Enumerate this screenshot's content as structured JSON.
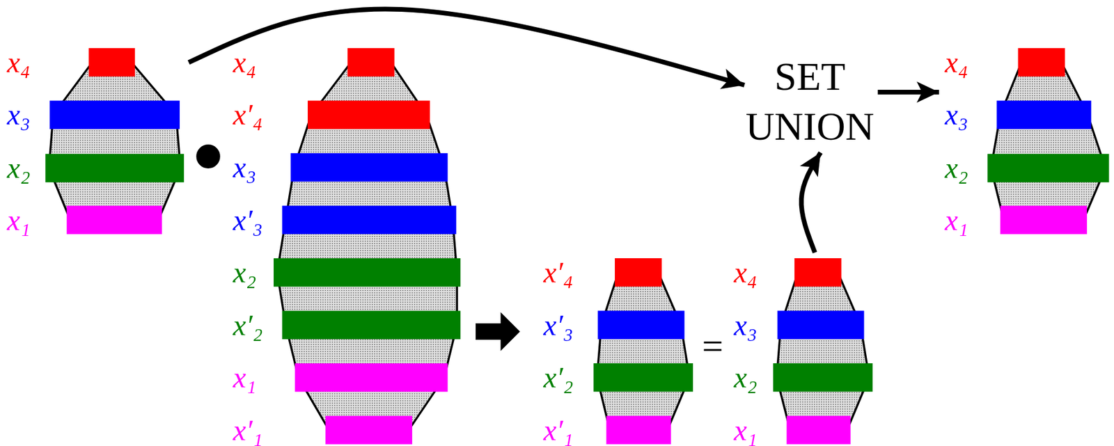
{
  "diagram": {
    "nodes": [
      {
        "text": [
          "x₄",
          "x₃",
          "x₂",
          "x₁"
        ]
      },
      {
        "text": [
          "x₄",
          "x′₄",
          "x₃",
          "x′₃",
          "x₂",
          "x′₂",
          "x₁",
          "x′₁"
        ]
      },
      {
        "text": [
          "SET UNION"
        ]
      },
      {
        "text": [
          "x₄",
          "x₃",
          "x₂",
          "x₁"
        ]
      },
      {
        "text": [
          "x′₄",
          "x′₃",
          "x′₂",
          "x′₁"
        ]
      },
      {
        "text": [
          "x₄",
          "x₃",
          "x₂",
          "x₁"
        ]
      }
    ],
    "edges": [
      {
        "from": 0,
        "to": 2,
        "arrow": "to"
      },
      {
        "from": 1,
        "to": 4,
        "arrow": "to"
      },
      {
        "from": 5,
        "to": 2,
        "arrow": "to"
      },
      {
        "from": 2,
        "to": 3,
        "arrow": "to"
      }
    ],
    "labels": [
      "•",
      "="
    ]
  }
}
